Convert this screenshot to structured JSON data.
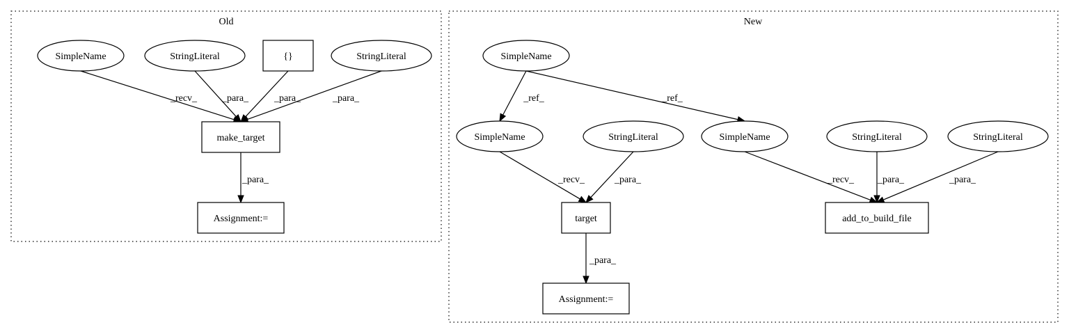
{
  "clusters": {
    "old": {
      "label": "Old"
    },
    "new": {
      "label": "New"
    }
  },
  "nodes": {
    "o_sn": {
      "label": "SimpleName",
      "shape": "ellipse"
    },
    "o_sl1": {
      "label": "StringLiteral",
      "shape": "ellipse"
    },
    "o_brace": {
      "label": "{}",
      "shape": "box"
    },
    "o_sl2": {
      "label": "StringLiteral",
      "shape": "ellipse"
    },
    "o_make": {
      "label": "make_target",
      "shape": "box"
    },
    "o_asg": {
      "label": "Assignment:=",
      "shape": "box"
    },
    "n_sn": {
      "label": "SimpleName",
      "shape": "ellipse"
    },
    "n_sn2": {
      "label": "SimpleName",
      "shape": "ellipse"
    },
    "n_sl1": {
      "label": "StringLiteral",
      "shape": "ellipse"
    },
    "n_sn3": {
      "label": "SimpleName",
      "shape": "ellipse"
    },
    "n_sl2": {
      "label": "StringLiteral",
      "shape": "ellipse"
    },
    "n_sl3": {
      "label": "StringLiteral",
      "shape": "ellipse"
    },
    "n_target": {
      "label": "target",
      "shape": "box"
    },
    "n_add": {
      "label": "add_to_build_file",
      "shape": "box"
    },
    "n_asg": {
      "label": "Assignment:=",
      "shape": "box"
    }
  },
  "edges": [
    {
      "id": "e1",
      "from": "o_sn",
      "to": "o_make",
      "label": "_recv_"
    },
    {
      "id": "e2",
      "from": "o_sl1",
      "to": "o_make",
      "label": "_para_"
    },
    {
      "id": "e3",
      "from": "o_brace",
      "to": "o_make",
      "label": "_para_"
    },
    {
      "id": "e4",
      "from": "o_sl2",
      "to": "o_make",
      "label": "_para_"
    },
    {
      "id": "e5",
      "from": "o_make",
      "to": "o_asg",
      "label": "_para_"
    },
    {
      "id": "e6",
      "from": "n_sn",
      "to": "n_sn2",
      "label": "_ref_"
    },
    {
      "id": "e7",
      "from": "n_sn",
      "to": "n_sn3",
      "label": "_ref_"
    },
    {
      "id": "e8",
      "from": "n_sn2",
      "to": "n_target",
      "label": "_recv_"
    },
    {
      "id": "e9",
      "from": "n_sl1",
      "to": "n_target",
      "label": "_para_"
    },
    {
      "id": "e10",
      "from": "n_sn3",
      "to": "n_add",
      "label": "_recv_"
    },
    {
      "id": "e11",
      "from": "n_sl2",
      "to": "n_add",
      "label": "_para_"
    },
    {
      "id": "e12",
      "from": "n_sl3",
      "to": "n_add",
      "label": "_para_"
    },
    {
      "id": "e13",
      "from": "n_target",
      "to": "n_asg",
      "label": "_para_"
    }
  ]
}
